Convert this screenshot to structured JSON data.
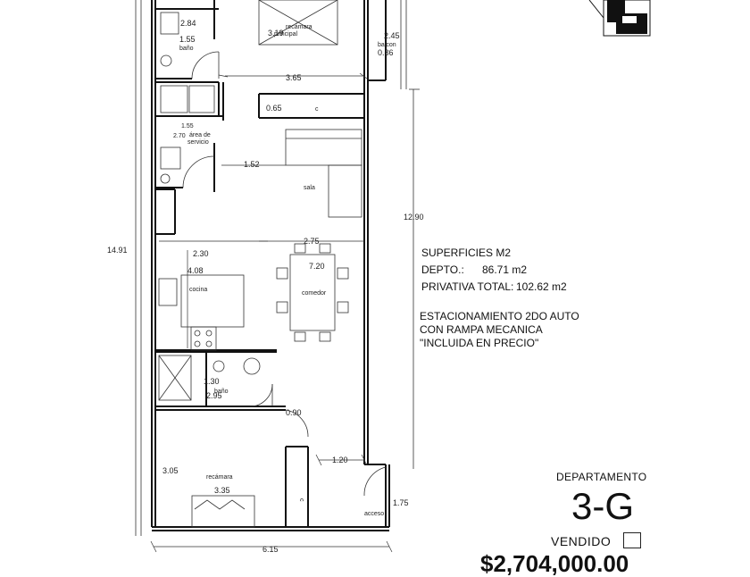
{
  "rooms": {
    "recamara_principal": "recámara\nprincipal",
    "balcon": "balcon",
    "bano_top": "baño",
    "area_servicio": "área de\nservicio",
    "sala": "sala",
    "cocina": "cocina",
    "comedor": "comedor",
    "bano_mid": "baño",
    "recamara": "recámara",
    "acceso": "acceso",
    "closet_top": "c",
    "closet_bottom": "c"
  },
  "dimensions": {
    "d284": "2.84",
    "d155a": "1.55",
    "d319": "3.19",
    "d245": "2.45",
    "d086": "0.86",
    "d365": "3.65",
    "d065": "0.65",
    "d155b": "1.55",
    "d270": "2.70",
    "d152": "1.52",
    "d1290": "12.90",
    "d1491": "14.91",
    "d230": "2.30",
    "d275": "2.75",
    "d720": "7.20",
    "d408": "4.08",
    "d130": "1.30",
    "d295": "2.95",
    "d090": "0.90",
    "d120": "1.20",
    "d305": "3.05",
    "d335": "3.35",
    "d175": "1.75",
    "d615": "6.15"
  },
  "superficies": {
    "title": "SUPERFICIES M2",
    "depto_label": "DEPTO.:",
    "depto_value": "86.71 m2",
    "privativa_label": "PRIVATIVA TOTAL:",
    "privativa_value": "102.62 m2"
  },
  "parking": {
    "line1": "ESTACIONAMIENTO 2DO AUTO",
    "line2": "CON RAMPA MECANICA",
    "line3": "\"INCLUIDA EN PRECIO\""
  },
  "unit": {
    "label": "DEPARTAMENTO",
    "code": "3-G",
    "status_label": "VENDIDO"
  },
  "price": {
    "text": "$2,704,000.00"
  }
}
